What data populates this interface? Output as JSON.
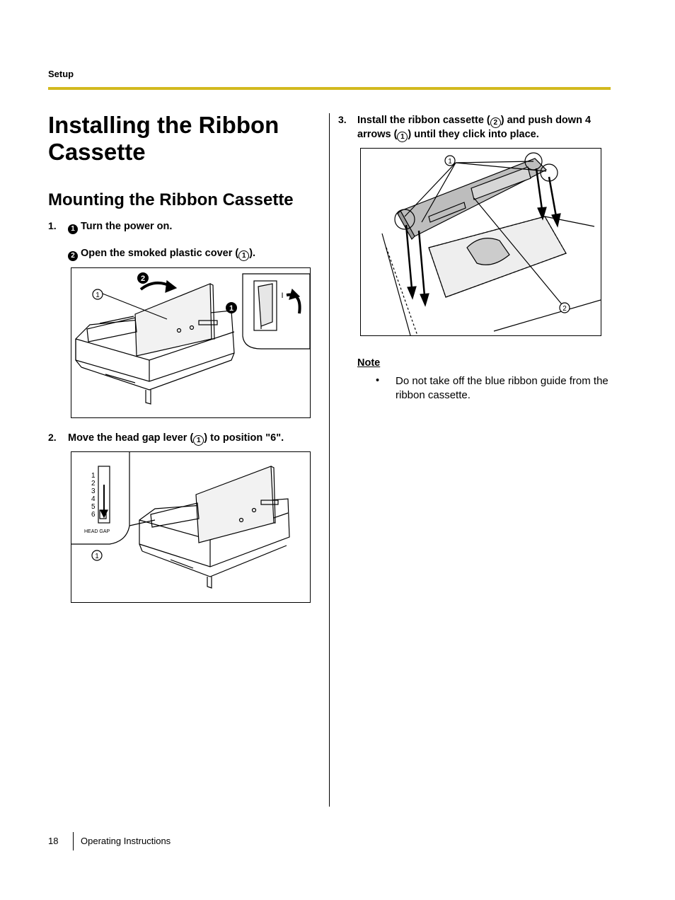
{
  "header": {
    "section": "Setup"
  },
  "title": "Installing the Ribbon Cassette",
  "subtitle": "Mounting the Ribbon Cassette",
  "steps": [
    {
      "num": "1.",
      "a_badge": "1",
      "a_text": "Turn the power on.",
      "b_badge": "2",
      "b_text_pre": "Open the smoked plastic cover (",
      "b_ref": "1",
      "b_text_post": ")."
    },
    {
      "num": "2.",
      "text_pre": "Move the head gap lever (",
      "ref": "1",
      "text_post": ") to position \"6\"."
    },
    {
      "num": "3.",
      "text_pre": "Install the ribbon cassette (",
      "ref1": "2",
      "text_mid": ") and push down 4 arrows (",
      "ref2": "1",
      "text_post": ") until they click into place."
    }
  ],
  "figures": {
    "fig1": {
      "callout_cover": "1",
      "badge_cover": "2",
      "badge_switch": "1",
      "switch_mark": "I"
    },
    "fig2": {
      "scale": [
        "1",
        "2",
        "3",
        "4",
        "5",
        "6"
      ],
      "lever_label": "HEAD GAP",
      "callout": "1"
    },
    "fig3": {
      "callout_arrows": "1",
      "callout_cassette": "2"
    }
  },
  "note": {
    "heading": "Note",
    "bullet": "•",
    "text": "Do not take off the blue ribbon guide from the ribbon cassette."
  },
  "footer": {
    "page": "18",
    "doc": "Operating Instructions"
  },
  "colors": {
    "rule": "#d2b91e"
  }
}
